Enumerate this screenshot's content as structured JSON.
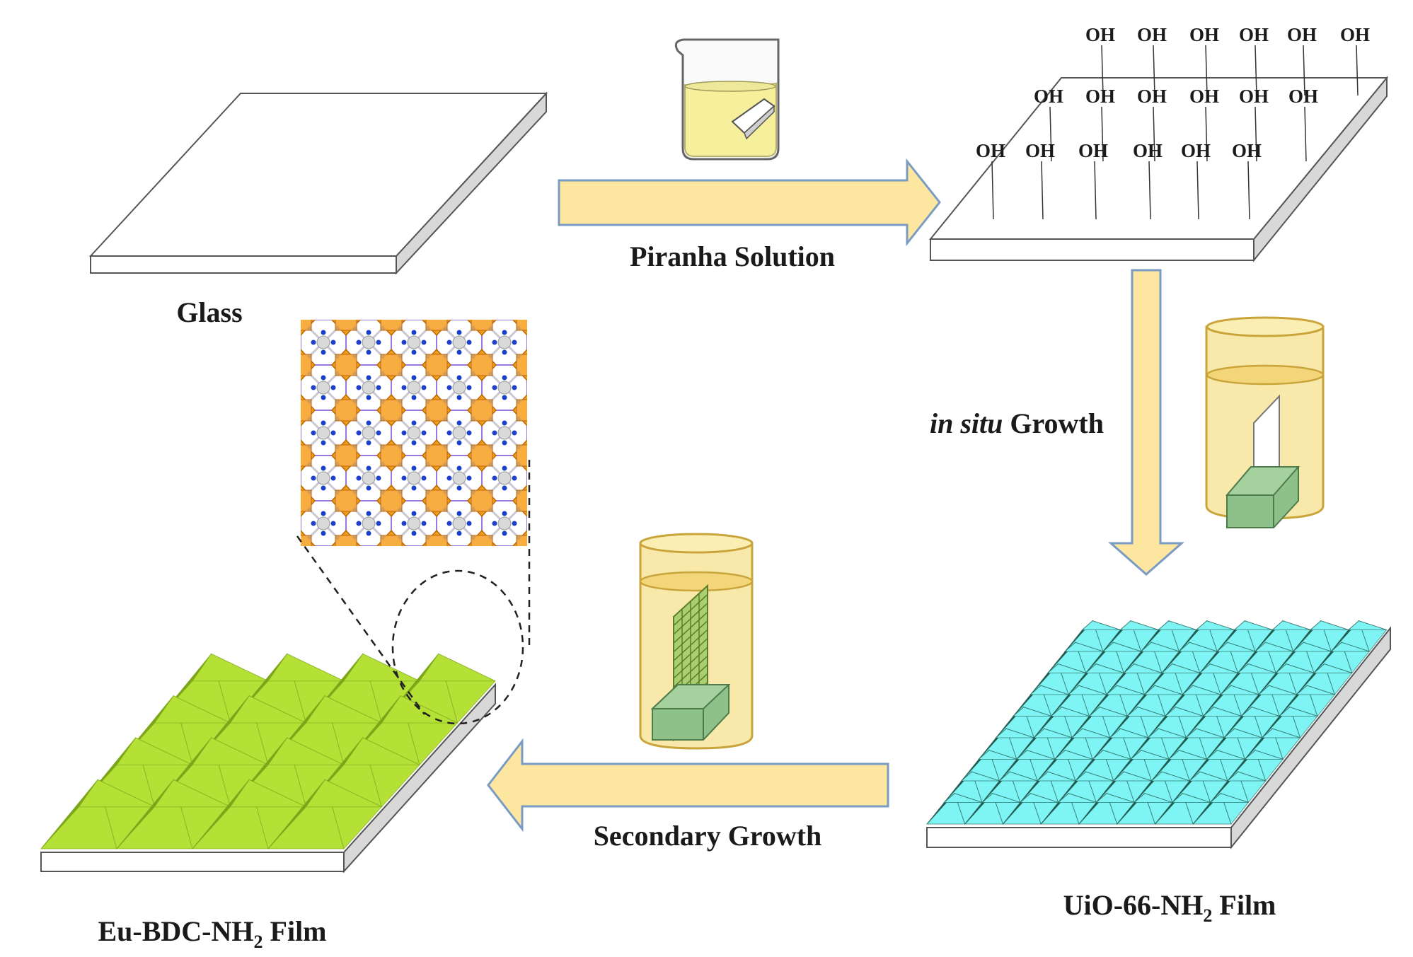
{
  "labels": {
    "glass": "Glass",
    "piranha": "Piranha Solution",
    "in_situ_italic": "in situ",
    "in_situ_rest": " Growth",
    "secondary": "Secondary Growth",
    "uio_prefix": "UiO-66-NH",
    "uio_sub": "2",
    "uio_suffix": " Film",
    "eu_prefix": "Eu-BDC-NH",
    "eu_sub": "2",
    "eu_suffix": " Film",
    "hydroxyl": "OH"
  },
  "colors": {
    "arrow_fill": "#fde6a0",
    "arrow_stroke": "#7a9bc4",
    "solution_yellow": "#f6ef9c",
    "jar_yellow": "#f5e08e",
    "jar_stroke": "#c9a43a",
    "substrate_green": "#8ec08a",
    "uio_cyan": "#7ef4f4",
    "uio_dark": "#1f5a4e",
    "eu_green": "#b5e036",
    "eu_dark": "#7ca51a",
    "mof_orange": "#f39a1c",
    "mof_blue": "#1e3fc8",
    "glass_side": "#d8d8d8"
  },
  "icons": [
    "beaker-icon",
    "growth-jar-icon",
    "secondary-jar-icon",
    "mof-structure-icon"
  ]
}
